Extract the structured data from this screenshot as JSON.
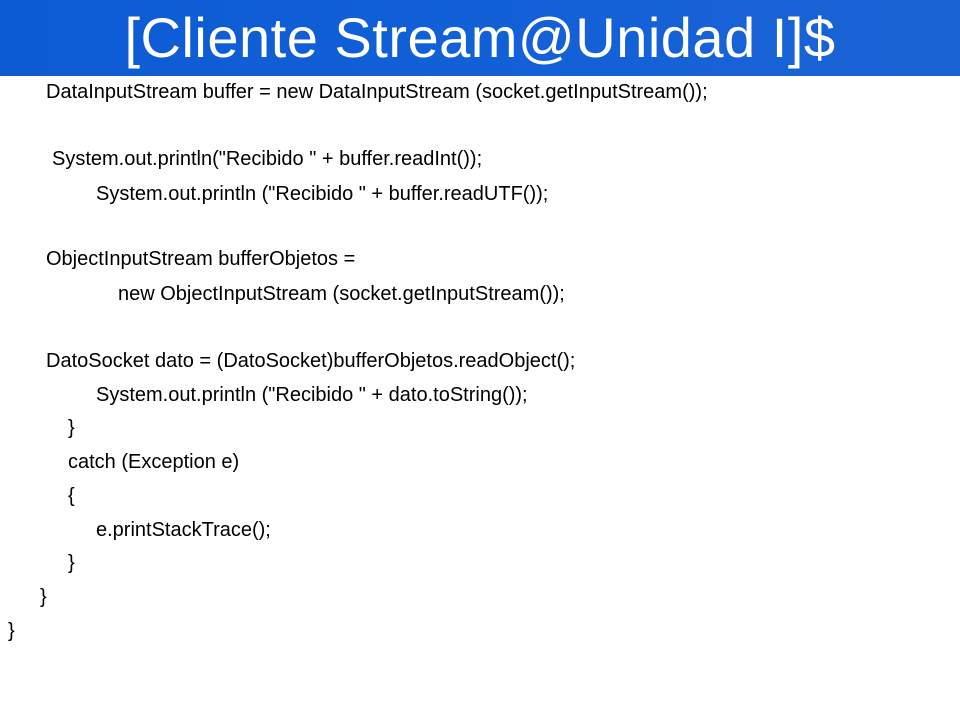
{
  "slide": {
    "title": "[Cliente Stream@Unidad I]$"
  },
  "code": {
    "lines": [
      "DataInputStream buffer = new DataInputStream (socket.getInputStream());",
      "System.out.println(\"Recibido \" + buffer.readInt());",
      "System.out.println (\"Recibido \" + buffer.readUTF());",
      "ObjectInputStream bufferObjetos =",
      "new ObjectInputStream (socket.getInputStream());",
      "DatoSocket dato = (DatoSocket)bufferObjetos.readObject();",
      "System.out.println (\"Recibido \" + dato.toString());",
      "}",
      "catch (Exception e)",
      "{",
      "e.printStackTrace();",
      "}",
      "}",
      "}"
    ]
  }
}
